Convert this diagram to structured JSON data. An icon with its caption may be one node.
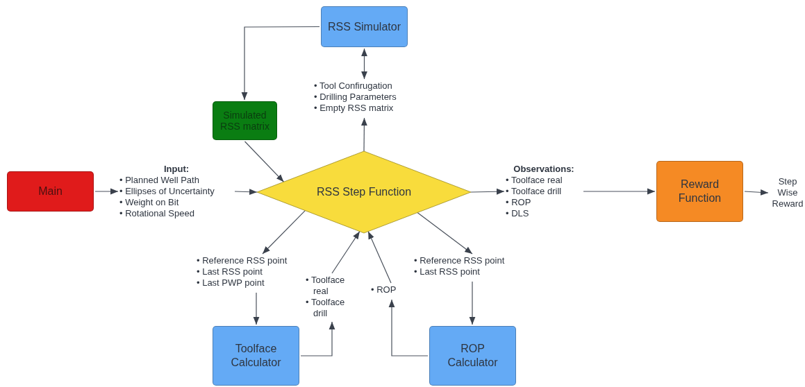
{
  "diagram": {
    "nodes": [
      {
        "text": [
          "Main"
        ]
      },
      {
        "text": [
          "Input:",
          "• Planned Well Path",
          "• Ellipses of Uncertainty",
          "• Weight on Bit",
          "• Rotational Speed"
        ]
      },
      {
        "text": [
          "RSS Step Function"
        ]
      },
      {
        "text": [
          "RSS Simulator"
        ]
      },
      {
        "text": [
          "Simulated RSS matrix"
        ]
      },
      {
        "text": [
          "• Tool Confirugation",
          "• Drilling Parameters",
          "• Empty RSS matrix"
        ]
      },
      {
        "text": [
          "Observations:",
          "• Toolface real",
          "• Toolface drill",
          "• ROP",
          "• DLS"
        ]
      },
      {
        "text": [
          "Reward Function"
        ]
      },
      {
        "text": [
          "Step Wise Reward"
        ]
      },
      {
        "text": [
          "• Reference RSS point",
          "• Last RSS point",
          "• Last PWP point"
        ]
      },
      {
        "text": [
          "• Toolface real",
          "• Toolface drill"
        ]
      },
      {
        "text": [
          "• ROP"
        ]
      },
      {
        "text": [
          "• Reference RSS point",
          "• Last RSS point"
        ]
      },
      {
        "text": [
          "Toolface Calculator"
        ]
      },
      {
        "text": [
          "ROP Calculator"
        ]
      }
    ],
    "edges": [
      {
        "from": 0,
        "to": 1,
        "arrow": "to"
      },
      {
        "from": 1,
        "to": 2,
        "arrow": "to"
      },
      {
        "from": 3,
        "to": 4,
        "arrow": "to"
      },
      {
        "from": 3,
        "to": 5,
        "arrow": "both"
      },
      {
        "from": 2,
        "to": 5,
        "arrow": "to"
      },
      {
        "from": 4,
        "to": 2,
        "arrow": "to"
      },
      {
        "from": 2,
        "to": 6,
        "arrow": "to"
      },
      {
        "from": 6,
        "to": 7,
        "arrow": "to"
      },
      {
        "from": 7,
        "to": 8,
        "arrow": "to"
      },
      {
        "from": 2,
        "to": 9,
        "arrow": "to"
      },
      {
        "from": 9,
        "to": 13,
        "arrow": "to"
      },
      {
        "from": 13,
        "to": 10,
        "arrow": "to"
      },
      {
        "from": 10,
        "to": 2,
        "arrow": "to"
      },
      {
        "from": 14,
        "to": 11,
        "arrow": "to"
      },
      {
        "from": 11,
        "to": 2,
        "arrow": "to"
      },
      {
        "from": 2,
        "to": 12,
        "arrow": "to"
      },
      {
        "from": 12,
        "to": 14,
        "arrow": "to"
      }
    ]
  }
}
